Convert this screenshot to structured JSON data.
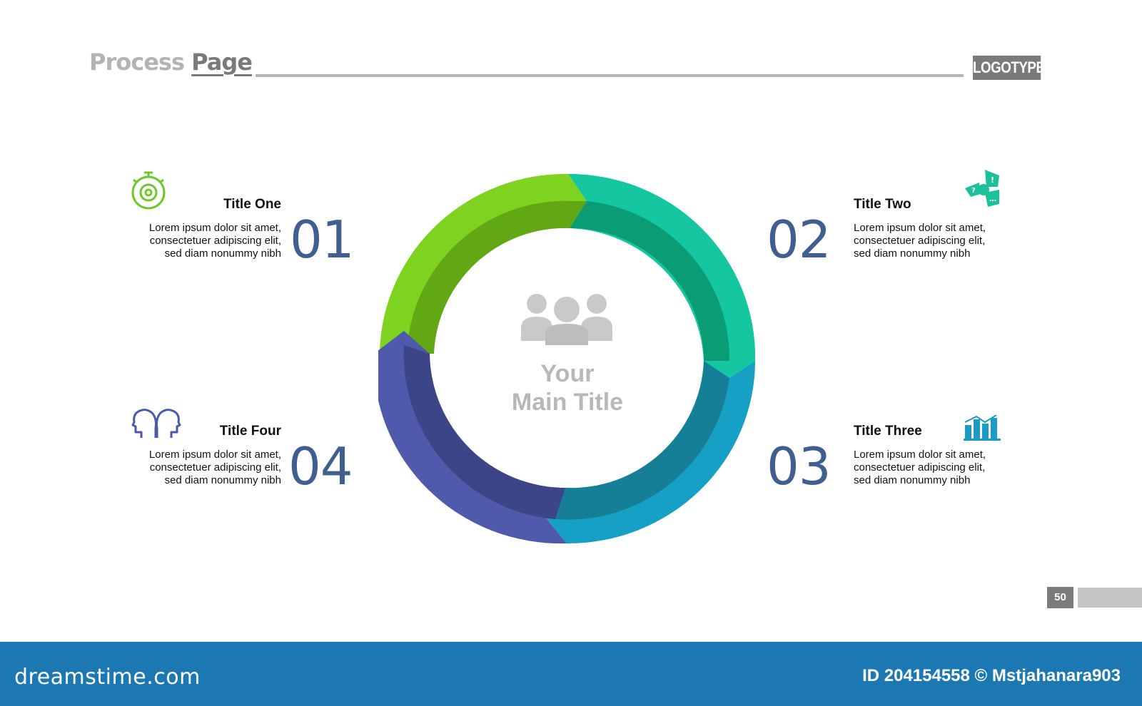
{
  "header": {
    "title_part1": "Process ",
    "title_part2": "Page",
    "logo": "LOGOTYPE"
  },
  "center": {
    "line1": "Your",
    "line2": "Main Title",
    "icon": "people-group-icon"
  },
  "steps": [
    {
      "number": "01",
      "title": "Title One",
      "desc1": "Lorem ipsum dolor sit amet,",
      "desc2": "consectetuer adipiscing elit,",
      "desc3": "sed diam nonummy nibh",
      "icon": "stopwatch-gear-icon",
      "color": "#6fc72a"
    },
    {
      "number": "02",
      "title": "Title Two",
      "desc1": "Lorem ipsum dolor sit amet,",
      "desc2": "consectetuer adipiscing elit,",
      "desc3": "sed diam nonummy nibh",
      "icon": "chat-bubbles-icon",
      "color": "#1cc09a"
    },
    {
      "number": "03",
      "title": "Title Three",
      "desc1": "Lorem ipsum dolor sit amet,",
      "desc2": "consectetuer adipiscing elit,",
      "desc3": "sed diam nonummy nibh",
      "icon": "bar-chart-icon",
      "color": "#1a9cc4"
    },
    {
      "number": "04",
      "title": "Title Four",
      "desc1": "Lorem ipsum dolor sit amet,",
      "desc2": "consectetuer adipiscing elit,",
      "desc3": "sed diam nonummy nibh",
      "icon": "two-heads-icon",
      "color": "#4a5aa8"
    }
  ],
  "page_number": "50",
  "footer": {
    "brand": "dreamstime.com",
    "id_text": "ID 204154558 © Mstjahanara903"
  }
}
